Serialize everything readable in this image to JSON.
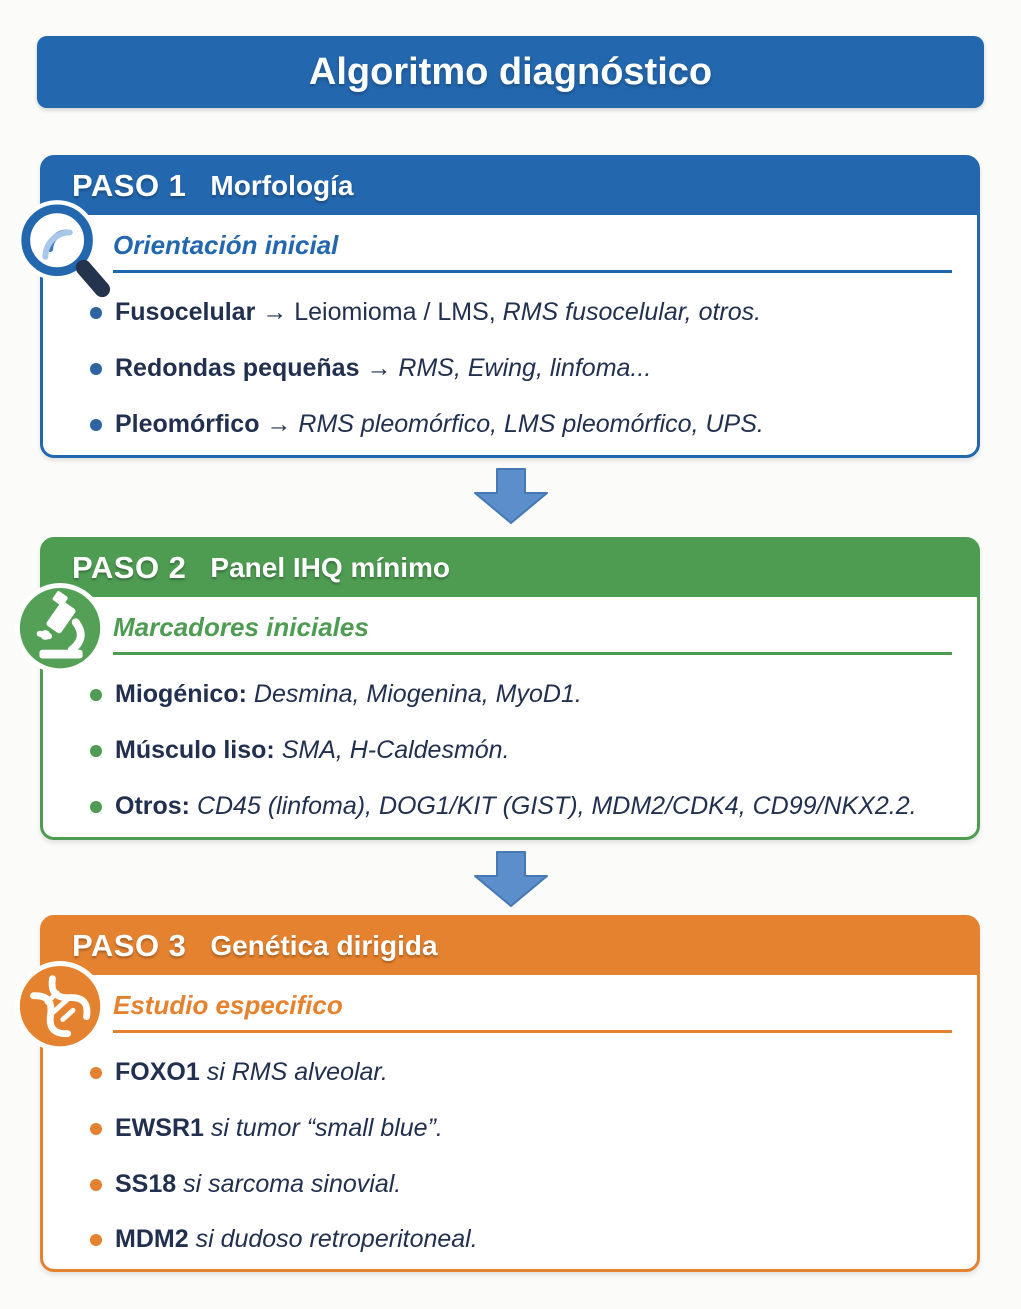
{
  "page_title": "Algoritmo diagnóstico",
  "colors": {
    "header_blue": "#2367ae",
    "step1_blue": "#2367ae",
    "step2_green": "#4e9b52",
    "step3_orange": "#e5822f",
    "arrow_blue": "#5b8ecb",
    "body_text_navy": "#22304f"
  },
  "steps": [
    {
      "label": "PASO 1",
      "title": "Morfología",
      "subtitle": "Orientación inicial",
      "icon": "magnifier-icon",
      "bullets": [
        {
          "lead": "Fusocelular",
          "arrow": " → ",
          "plain": "Leiomioma / LMS, ",
          "rest": "RMS fusocelular, otros."
        },
        {
          "lead": "Redondas pequeñas",
          "arrow": " → ",
          "plain": "",
          "rest": "RMS, Ewing, linfoma..."
        },
        {
          "lead": "Pleomórfico",
          "arrow": " → ",
          "plain": "",
          "rest": "RMS pleomórfico, LMS pleomórfico, UPS."
        }
      ]
    },
    {
      "label": "PASO 2",
      "title": "Panel IHQ mínimo",
      "subtitle": "Marcadores iniciales",
      "icon": "microscope-icon",
      "bullets": [
        {
          "lead": "Miogénico:",
          "arrow": " ",
          "plain": "",
          "rest": "Desmina, Miogenina, MyoD1."
        },
        {
          "lead": "Músculo liso:",
          "arrow": " ",
          "plain": "",
          "rest": "SMA, H-Caldesmón."
        },
        {
          "lead": "Otros:",
          "arrow": " ",
          "plain": "",
          "rest": "CD45 (linfoma), DOG1/KIT (GIST), MDM2/CDK4, CD99/NKX2.2."
        }
      ]
    },
    {
      "label": "PASO 3",
      "title": "Genética dirigida",
      "subtitle": "Estudio especifico",
      "icon": "dna-icon",
      "bullets": [
        {
          "lead": "FOXO1",
          "arrow": " ",
          "plain": "",
          "rest": "si RMS alveolar."
        },
        {
          "lead": "EWSR1",
          "arrow": " ",
          "plain": "",
          "rest": "si tumor “small blue”."
        },
        {
          "lead": "SS18",
          "arrow": " ",
          "plain": "",
          "rest": "si sarcoma sinovial."
        },
        {
          "lead": "MDM2",
          "arrow": " ",
          "plain": "",
          "rest": "si dudoso retroperitoneal."
        }
      ]
    }
  ]
}
